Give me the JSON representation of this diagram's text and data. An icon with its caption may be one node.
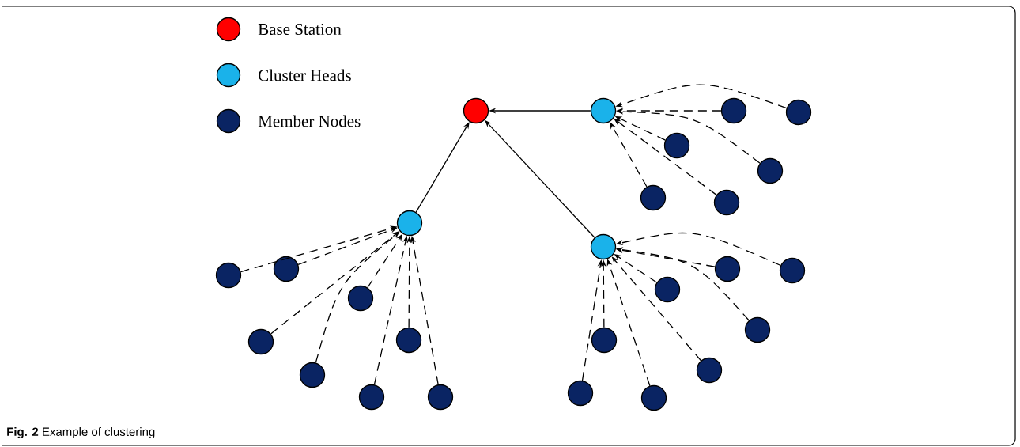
{
  "diagram": {
    "caption": "**Fig. 2** Example of clustering",
    "nodes": [
      {
        "text": [],
        "shape": "circle"
      },
      {
        "text": [],
        "shape": "circle"
      },
      {
        "text": [],
        "shape": "circle"
      },
      {
        "text": [],
        "shape": "circle"
      },
      {
        "text": [],
        "shape": "circle"
      },
      {
        "text": [],
        "shape": "circle"
      },
      {
        "text": [],
        "shape": "circle"
      },
      {
        "text": [],
        "shape": "circle"
      },
      {
        "text": [],
        "shape": "circle"
      },
      {
        "text": [],
        "shape": "circle"
      },
      {
        "text": [],
        "shape": "circle"
      },
      {
        "text": [],
        "shape": "circle"
      },
      {
        "text": [],
        "shape": "circle"
      },
      {
        "text": [],
        "shape": "circle"
      },
      {
        "text": [],
        "shape": "circle"
      },
      {
        "text": [],
        "shape": "circle"
      },
      {
        "text": [],
        "shape": "circle"
      },
      {
        "text": [],
        "shape": "circle"
      },
      {
        "text": [],
        "shape": "circle"
      },
      {
        "text": [],
        "shape": "circle"
      },
      {
        "text": [],
        "shape": "circle"
      },
      {
        "text": [],
        "shape": "circle"
      },
      {
        "text": [],
        "shape": "circle"
      },
      {
        "text": [],
        "shape": "circle"
      },
      {
        "text": [],
        "shape": "circle"
      },
      {
        "text": [],
        "shape": "circle"
      }
    ],
    "edges": [
      {
        "from": 1,
        "to": 0,
        "arrow": "to"
      },
      {
        "from": 8,
        "to": 0,
        "arrow": "to"
      },
      {
        "from": 9,
        "to": 0,
        "arrow": "to"
      },
      {
        "from": 2,
        "to": 1,
        "arrow": "to",
        "style": "dashed"
      },
      {
        "from": 3,
        "to": 1,
        "arrow": "to",
        "style": "dashed"
      },
      {
        "from": 4,
        "to": 1,
        "arrow": "to",
        "style": "dashed"
      },
      {
        "from": 5,
        "to": 1,
        "arrow": "to",
        "style": "dashed"
      },
      {
        "from": 6,
        "to": 1,
        "arrow": "to",
        "style": "dashed"
      },
      {
        "from": 7,
        "to": 1,
        "arrow": "to",
        "style": "dashed"
      },
      {
        "from": 10,
        "to": 8,
        "arrow": "to",
        "style": "dashed"
      },
      {
        "from": 11,
        "to": 8,
        "arrow": "to",
        "style": "dashed"
      },
      {
        "from": 12,
        "to": 8,
        "arrow": "to",
        "style": "dashed"
      },
      {
        "from": 14,
        "to": 8,
        "arrow": "to",
        "style": "dashed"
      },
      {
        "from": 15,
        "to": 8,
        "arrow": "to",
        "style": "dashed"
      },
      {
        "from": 18,
        "to": 8,
        "arrow": "to",
        "style": "dashed"
      },
      {
        "from": 20,
        "to": 8,
        "arrow": "to",
        "style": "dashed"
      },
      {
        "from": 21,
        "to": 8,
        "arrow": "to",
        "style": "dashed"
      },
      {
        "from": 13,
        "to": 9,
        "arrow": "to",
        "style": "dashed"
      },
      {
        "from": 16,
        "to": 9,
        "arrow": "to",
        "style": "dashed"
      },
      {
        "from": 17,
        "to": 9,
        "arrow": "to",
        "style": "dashed"
      },
      {
        "from": 19,
        "to": 9,
        "arrow": "to",
        "style": "dashed"
      },
      {
        "from": 22,
        "to": 9,
        "arrow": "to",
        "style": "dashed"
      },
      {
        "from": 23,
        "to": 9,
        "arrow": "to",
        "style": "dashed"
      },
      {
        "from": 24,
        "to": 9,
        "arrow": "to",
        "style": "dashed"
      },
      {
        "from": 25,
        "to": 9,
        "arrow": "to",
        "style": "dashed"
      }
    ],
    "legend": [
      {
        "text": "Base Station",
        "color": "#ff0000"
      },
      {
        "text": "Cluster Heads",
        "color": "#1ab2ea"
      },
      {
        "text": "Member Nodes",
        "color": "#0a2463"
      }
    ]
  }
}
